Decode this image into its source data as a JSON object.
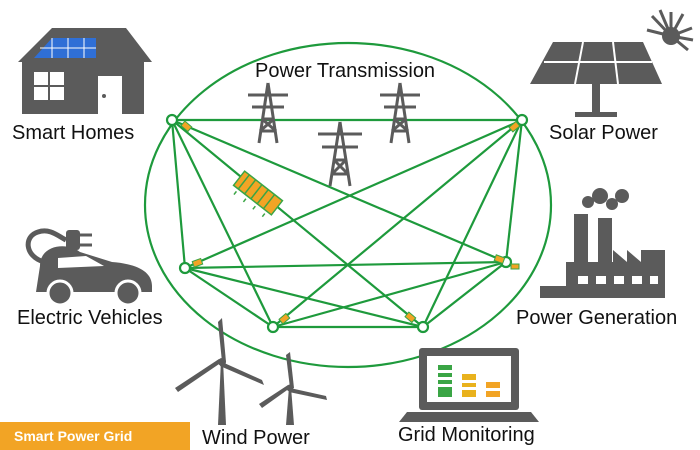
{
  "title": "Power Transmission",
  "badge": "Smart Power Grid",
  "nodes": {
    "smart_homes": "Smart Homes",
    "solar_power": "Solar Power",
    "electric_vehicles": "Electric Vehicles",
    "power_generation": "Power Generation",
    "wind_power": "Wind Power",
    "grid_monitoring": "Grid Monitoring"
  },
  "colors": {
    "grid_line": "#1e9a3c",
    "icon_gray": "#5b5b5b",
    "solar_blue": "#2f6fd6",
    "accent_orange": "#f2a425",
    "chip_green": "#3aa545"
  }
}
